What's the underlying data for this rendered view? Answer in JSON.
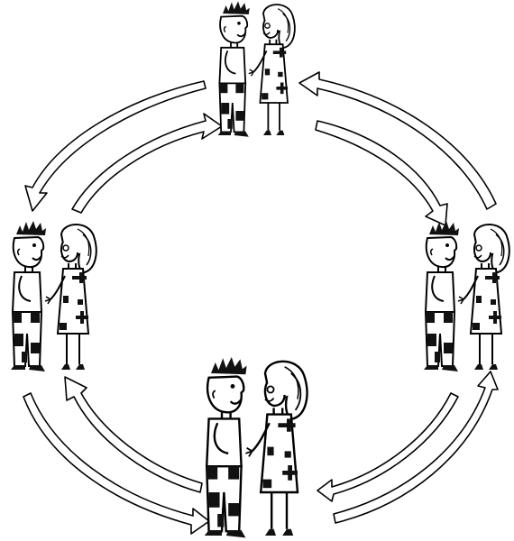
{
  "diagram": {
    "colors": {
      "stroke": "#000000",
      "fill": "#ffffff",
      "pattern": "#111111"
    },
    "couples": [
      {
        "id": "top",
        "position": "top",
        "size": "small"
      },
      {
        "id": "left",
        "position": "left",
        "size": "medium"
      },
      {
        "id": "right",
        "position": "right",
        "size": "medium"
      },
      {
        "id": "bottom",
        "position": "bottom",
        "size": "large"
      }
    ],
    "arrows": [
      {
        "id": "top-to-left",
        "direction": "counter-clockwise"
      },
      {
        "id": "left-to-top",
        "direction": "clockwise"
      },
      {
        "id": "top-to-right",
        "direction": "clockwise"
      },
      {
        "id": "right-to-top",
        "direction": "counter-clockwise"
      },
      {
        "id": "left-to-bottom",
        "direction": "counter-clockwise"
      },
      {
        "id": "bottom-to-left",
        "direction": "clockwise"
      },
      {
        "id": "right-to-bottom",
        "direction": "clockwise"
      },
      {
        "id": "bottom-to-right",
        "direction": "counter-clockwise"
      }
    ]
  }
}
